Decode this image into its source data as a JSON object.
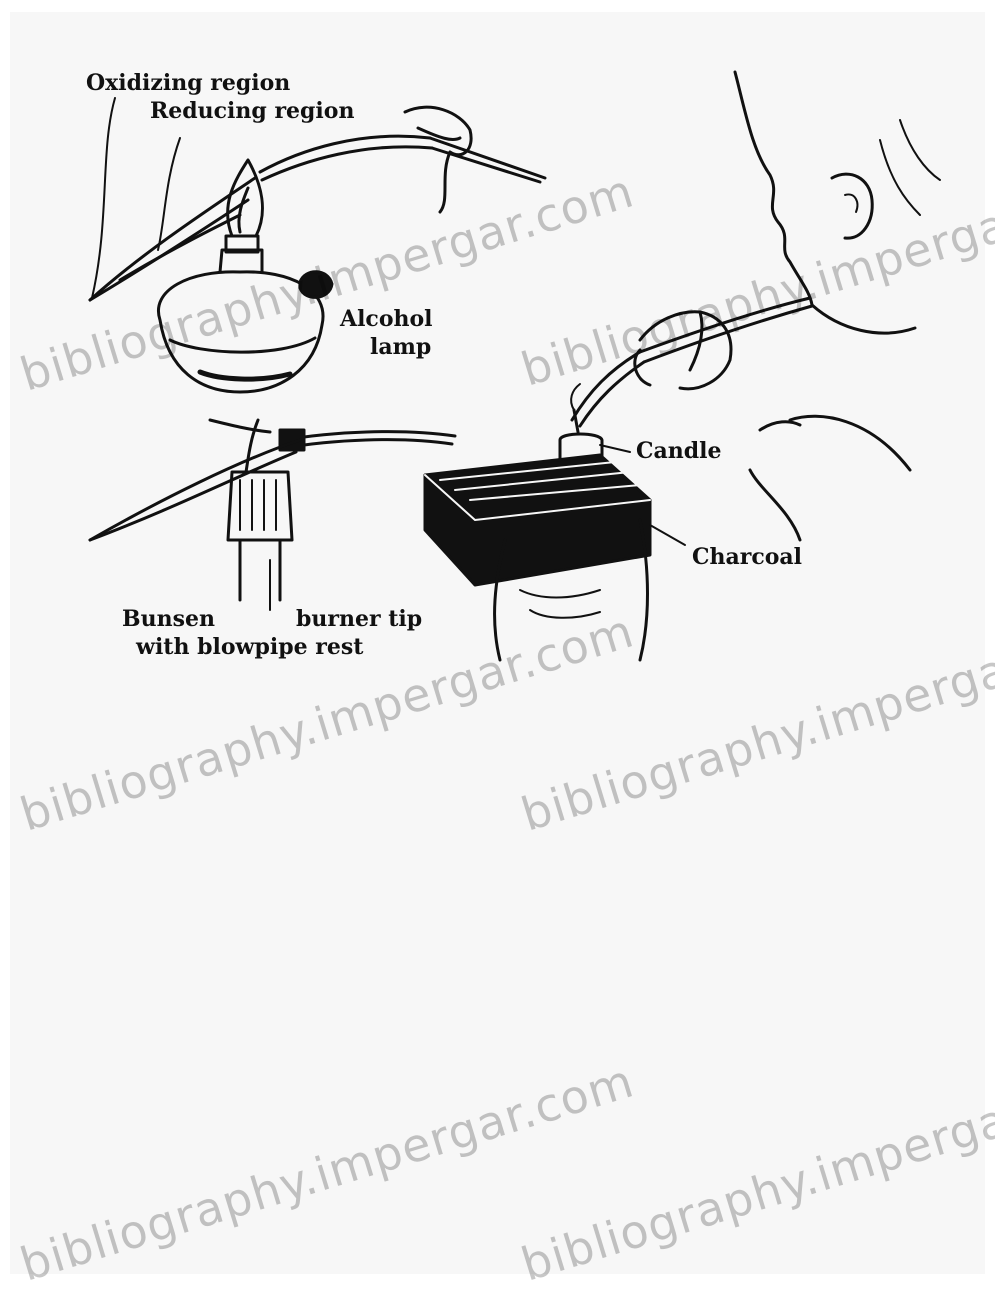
{
  "labels": {
    "oxidizing": "Oxidizing region",
    "reducing": "Reducing region",
    "alcohol_lamp_line1": "Alcohol",
    "alcohol_lamp_line2": "lamp",
    "candle": "Candle",
    "charcoal": "Charcoal",
    "bunsen_line1_a": "Bunsen",
    "bunsen_line1_b": "burner tip",
    "bunsen_line2": "with blowpipe rest"
  },
  "watermark": "bibliography.impergar.com",
  "colors": {
    "ink": "#111111",
    "paper": "#f7f7f7",
    "watermark": "#bfbfbf"
  }
}
